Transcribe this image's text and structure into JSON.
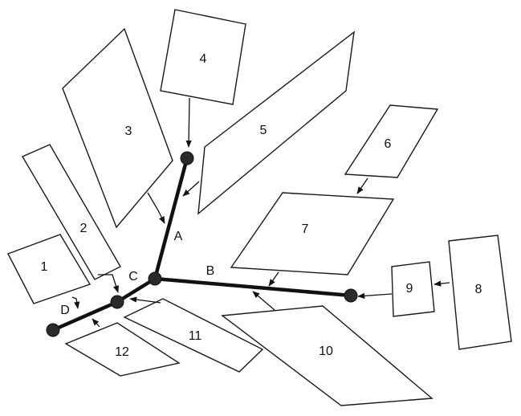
{
  "regions": [
    {
      "id": "1",
      "label": "1"
    },
    {
      "id": "2",
      "label": "2"
    },
    {
      "id": "3",
      "label": "3"
    },
    {
      "id": "4",
      "label": "4"
    },
    {
      "id": "5",
      "label": "5"
    },
    {
      "id": "6",
      "label": "6"
    },
    {
      "id": "7",
      "label": "7"
    },
    {
      "id": "8",
      "label": "8"
    },
    {
      "id": "9",
      "label": "9"
    },
    {
      "id": "10",
      "label": "10"
    },
    {
      "id": "11",
      "label": "11"
    },
    {
      "id": "12",
      "label": "12"
    }
  ],
  "branches": [
    {
      "id": "A",
      "label": "A"
    },
    {
      "id": "B",
      "label": "B"
    },
    {
      "id": "C",
      "label": "C"
    },
    {
      "id": "D",
      "label": "D"
    }
  ],
  "colors": {
    "stroke": "#1a1a1a",
    "branch": "#111111",
    "node": "#2a2a2a",
    "background": "#ffffff"
  }
}
